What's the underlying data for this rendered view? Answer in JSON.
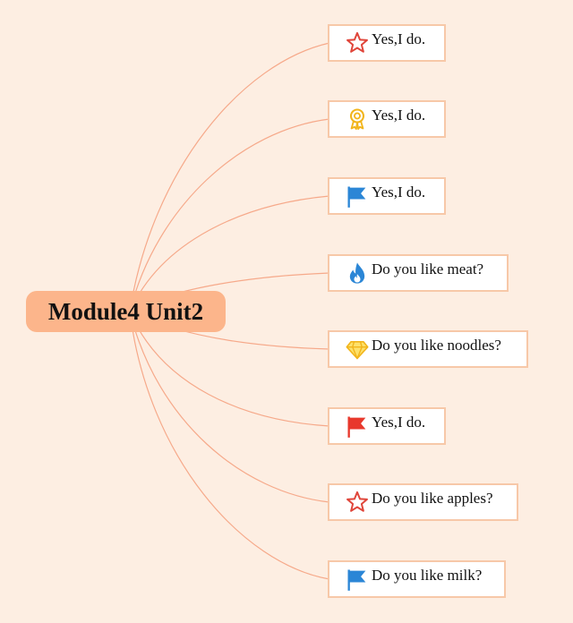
{
  "root": {
    "label": "Module4 Unit2"
  },
  "colors": {
    "background": "#fdeee2",
    "root_fill": "#fcb58b",
    "node_border": "#f7c8a8",
    "connector": "#f6a98a"
  },
  "nodes": [
    {
      "label": "Yes,I do.",
      "icon": "star-icon"
    },
    {
      "label": "Yes,I do.",
      "icon": "award-medal-icon"
    },
    {
      "label": "Yes,I do.",
      "icon": "blue-flag-icon"
    },
    {
      "label": "Do you like meat?",
      "icon": "flame-icon"
    },
    {
      "label": "Do you like noodles?",
      "icon": "diamond-icon"
    },
    {
      "label": "Yes,I do.",
      "icon": "red-flag-icon"
    },
    {
      "label": "Do you like apples?",
      "icon": "star-icon"
    },
    {
      "label": "Do you like milk?",
      "icon": "blue-flag-icon"
    }
  ]
}
